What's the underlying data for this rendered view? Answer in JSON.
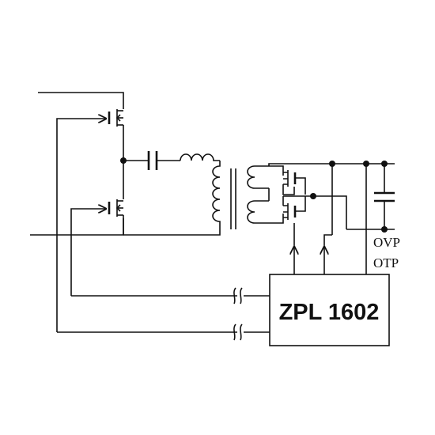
{
  "chip": {
    "label": "ZPL 1602"
  },
  "protection": {
    "line1": "OVP",
    "line2": "OTP"
  }
}
